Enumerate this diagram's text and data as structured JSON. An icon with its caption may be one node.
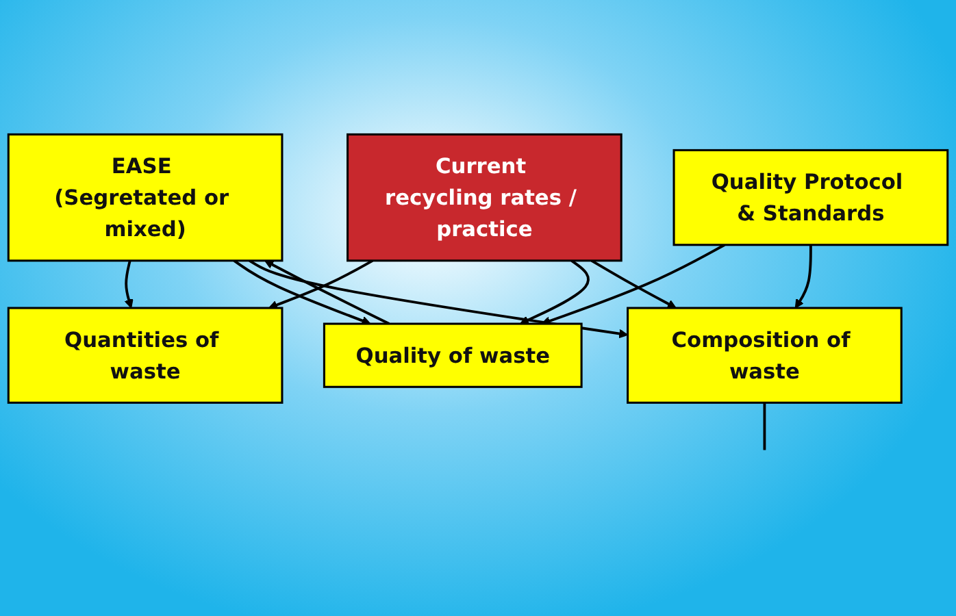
{
  "diagram": {
    "nodes": [
      {
        "text": [
          "EASE (Segretated or mixed)"
        ]
      },
      {
        "text": [
          "Quantities of waste"
        ]
      },
      {
        "text": [
          "Quality of waste"
        ]
      },
      {
        "text": [
          "Composition of waste"
        ]
      },
      {
        "text": [
          "Current recycling rates / practice"
        ]
      },
      {
        "text": [
          "Quality Protocol & Standards"
        ]
      }
    ],
    "edges": [
      {
        "from": 0,
        "to": 1,
        "arrow": "to"
      },
      {
        "from": 2,
        "to": 0,
        "arrow": "to"
      },
      {
        "from": 0,
        "to": 2,
        "arrow": "to"
      },
      {
        "from": 0,
        "to": 3,
        "arrow": "to"
      },
      {
        "from": 4,
        "to": 1,
        "arrow": "to"
      },
      {
        "from": 4,
        "to": 2,
        "arrow": "to"
      },
      {
        "from": 4,
        "to": 3,
        "arrow": "to"
      },
      {
        "from": 5,
        "to": 2,
        "arrow": "to"
      },
      {
        "from": 5,
        "to": 3,
        "arrow": "to"
      },
      {
        "from": 3,
        "to": null,
        "arrow": "none"
      }
    ]
  }
}
